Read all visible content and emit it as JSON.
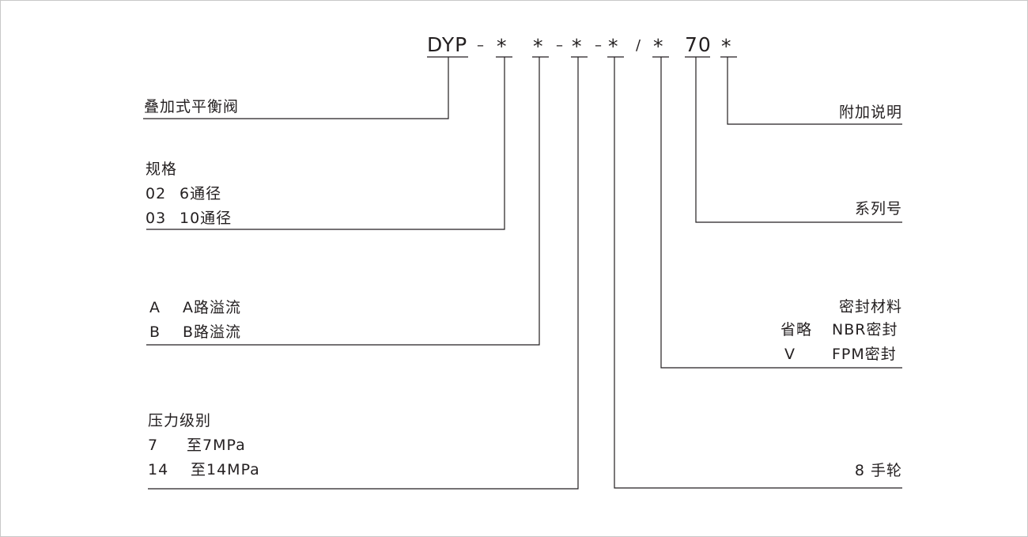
{
  "model_code": {
    "prefix": "DYP",
    "dash": "–",
    "star": "*",
    "slash": "/",
    "series": "70"
  },
  "left": {
    "type": {
      "title": "叠加式平衡阀"
    },
    "spec": {
      "title": "规格",
      "rows": [
        {
          "code": "02",
          "desc": "6通径"
        },
        {
          "code": "03",
          "desc": "10通径"
        }
      ]
    },
    "overflow": {
      "rows": [
        {
          "code": "A",
          "desc": "A路溢流"
        },
        {
          "code": "B",
          "desc": "B路溢流"
        }
      ]
    },
    "pressure": {
      "title": "压力级别",
      "rows": [
        {
          "code": "7",
          "desc": "至7MPa"
        },
        {
          "code": "14",
          "desc": "至14MPa"
        }
      ]
    }
  },
  "right": {
    "extra": {
      "title": "附加说明"
    },
    "series": {
      "title": "系列号"
    },
    "seal": {
      "title": "密封材料",
      "rows": [
        {
          "code": "省略",
          "desc": "NBR密封"
        },
        {
          "code": "V",
          "desc": "FPM密封"
        }
      ]
    },
    "handwheel": {
      "title": "8 手轮"
    }
  },
  "colors": {
    "line": "#231f20",
    "text": "#231f20",
    "frame": "#c8c8c8"
  }
}
